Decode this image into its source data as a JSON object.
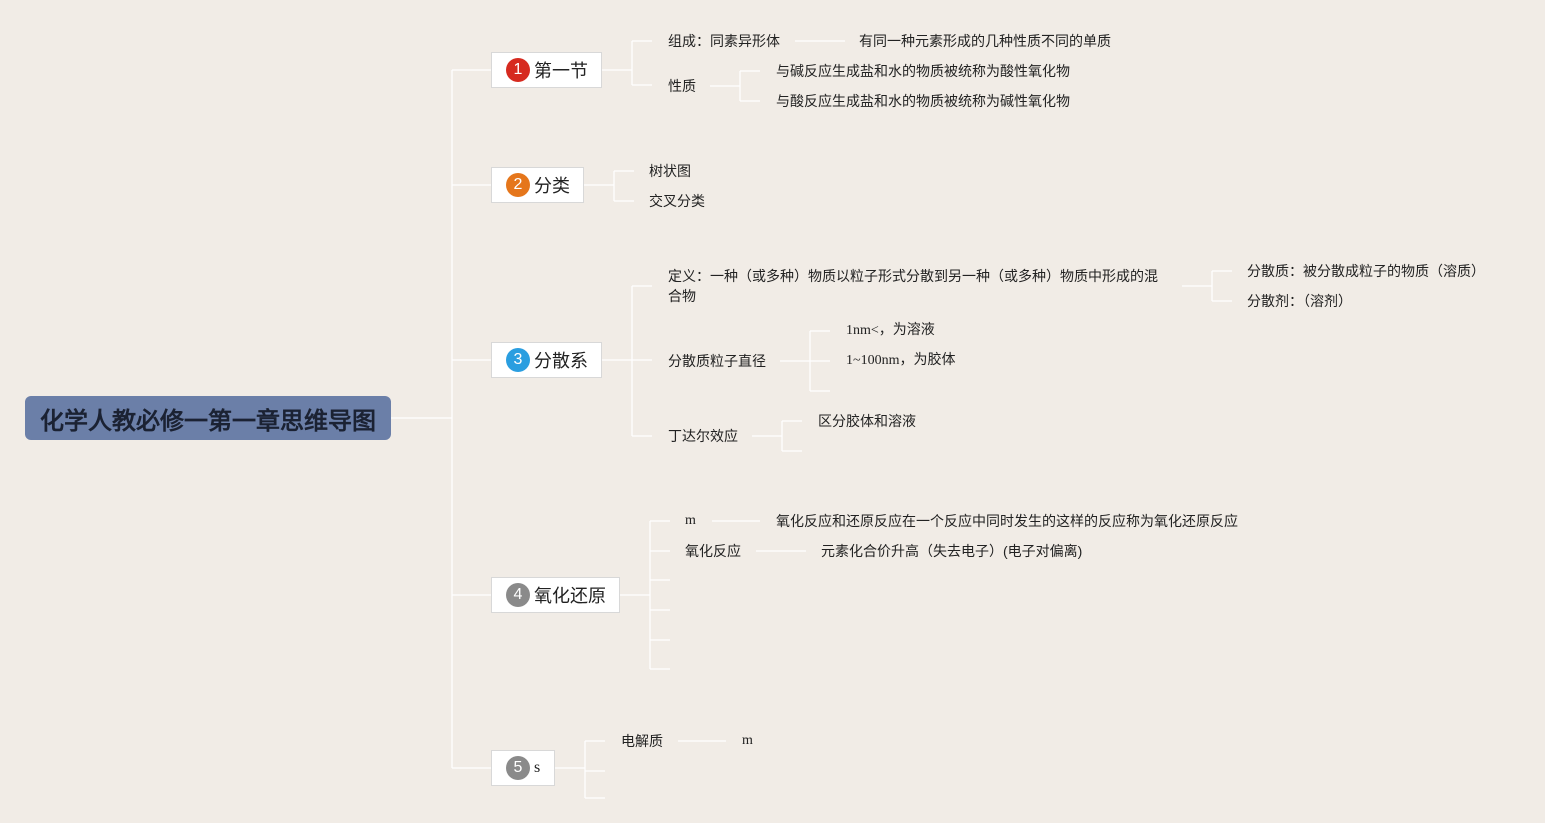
{
  "root": {
    "title": "化学人教必修一第一章思维导图"
  },
  "colors": {
    "root_bg": "#6b7fa8",
    "line": "#ffffff",
    "badge1": "#d62a1f",
    "badge2": "#e5761b",
    "badge3": "#2a9ee0",
    "badge4": "#8a8a8a",
    "badge5": "#8a8a8a"
  },
  "branches": [
    {
      "num": "1",
      "label": "第一节",
      "children": [
        {
          "label": "组成：同素异形体",
          "note": "有同一种元素形成的几种性质不同的单质"
        },
        {
          "label": "性质",
          "items": [
            "与碱反应生成盐和水的物质被统称为酸性氧化物",
            "与酸反应生成盐和水的物质被统称为碱性氧化物"
          ]
        }
      ]
    },
    {
      "num": "2",
      "label": "分类",
      "children": [
        {
          "label": "树状图"
        },
        {
          "label": "交叉分类"
        }
      ]
    },
    {
      "num": "3",
      "label": "分散系",
      "children": [
        {
          "label": "定义：一种（或多种）物质以粒子形式分散到另一种（或多种）物质中形成的混合物",
          "items": [
            "分散质：被分散成粒子的物质（溶质）",
            "分散剂：（溶剂）"
          ]
        },
        {
          "label": "分散质粒子直径",
          "items": [
            "1nm<，为溶液",
            "1~100nm，为胶体"
          ]
        },
        {
          "label": "丁达尔效应",
          "items": [
            "区分胶体和溶液"
          ]
        }
      ]
    },
    {
      "num": "4",
      "label": "氧化还原",
      "children": [
        {
          "label": "m",
          "note": "氧化反应和还原反应在一个反应中同时发生的这样的反应称为氧化还原反应"
        },
        {
          "label": "氧化反应",
          "note": "元素化合价升高（失去电子）(电子对偏离)"
        }
      ]
    },
    {
      "num": "5",
      "label": "s",
      "children": [
        {
          "label": "电解质",
          "note": "m"
        }
      ]
    }
  ]
}
